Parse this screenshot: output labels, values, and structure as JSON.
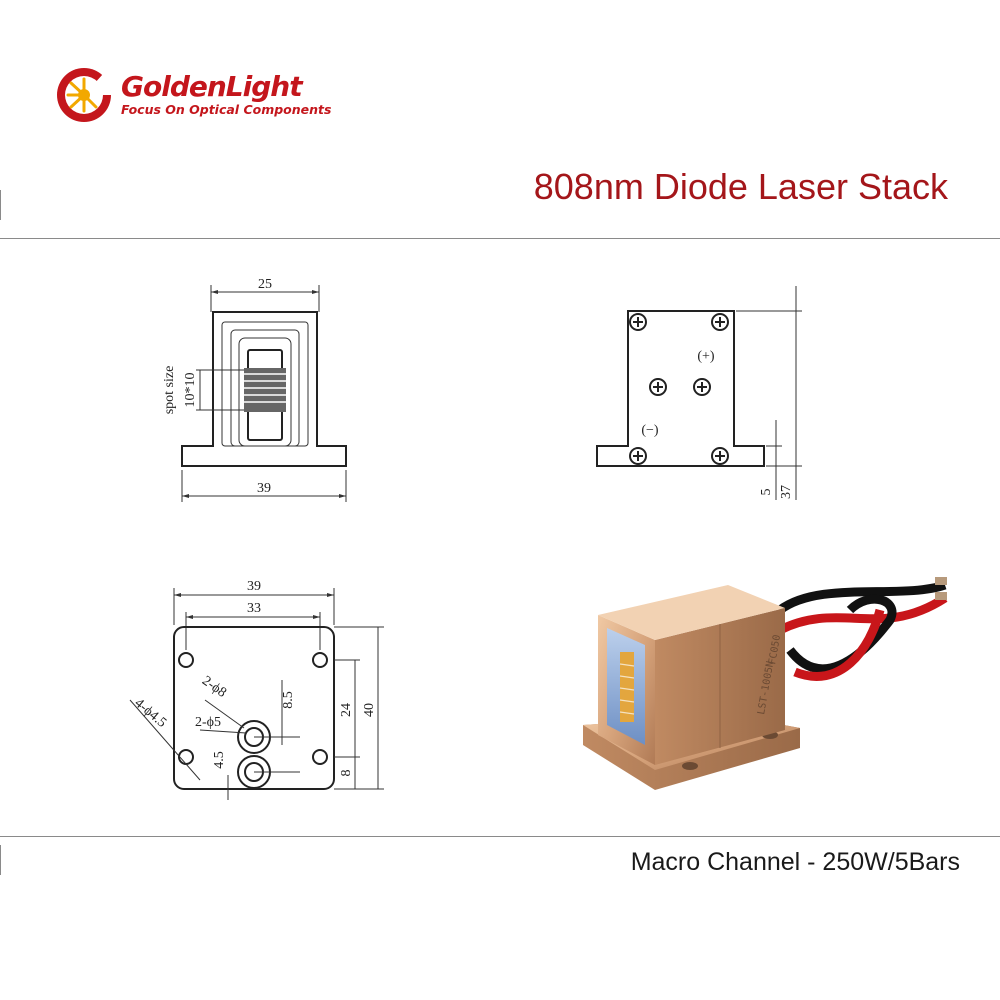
{
  "brand": {
    "name": "GoldenLight",
    "tagline": "Focus On Optical Components",
    "colors": {
      "primary": "#c4161c",
      "accent": "#f2a800"
    }
  },
  "title": "808nm Diode Laser Stack",
  "caption": "Macro Channel - 250W/5Bars",
  "front_view": {
    "dim_top": "25",
    "dim_bottom": "39",
    "spot_label": "spot size",
    "spot_value": "10*10"
  },
  "side_view": {
    "plus_label": "(+)",
    "minus_label": "(−)",
    "dim_a": "5",
    "dim_b": "37"
  },
  "bottom_view": {
    "dim_outer": "39",
    "dim_inner": "33",
    "dim_24": "24",
    "dim_40": "40",
    "dim_8": "8",
    "dim_8_5": "8.5",
    "dim_4_5": "4.5",
    "hole_large": "2-ϕ8",
    "hole_small": "2-ϕ5",
    "mount_holes": "4-ϕ4.5"
  },
  "product_photo": {
    "engraving_1": "LST-1005N",
    "engraving_2": "FC050"
  }
}
